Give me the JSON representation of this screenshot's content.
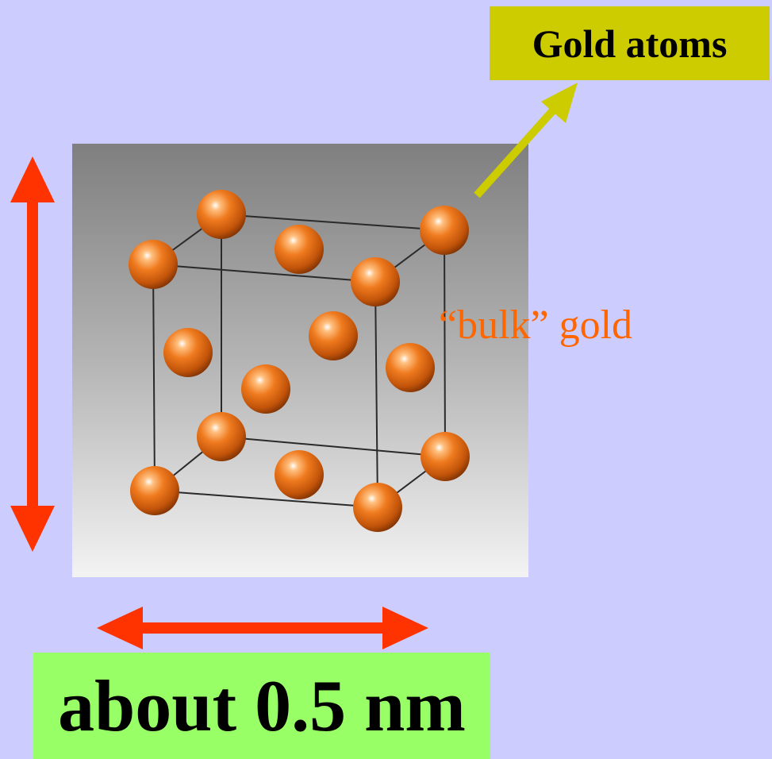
{
  "labels": {
    "gold_atoms": "Gold atoms",
    "bulk_gold": "“bulk” gold",
    "size": "about 0.5 nm"
  },
  "colors": {
    "background": "#ccccff",
    "gold_label_bg": "#cccc00",
    "size_label_bg": "#99ff66",
    "dimension_arrow": "#ff3300",
    "pointer_arrow": "#cccc00",
    "bulk_text": "#ff6600",
    "atom": "#e86a10"
  },
  "diagram": {
    "structure": "face-centered cubic unit cell",
    "atom_count": 14
  }
}
